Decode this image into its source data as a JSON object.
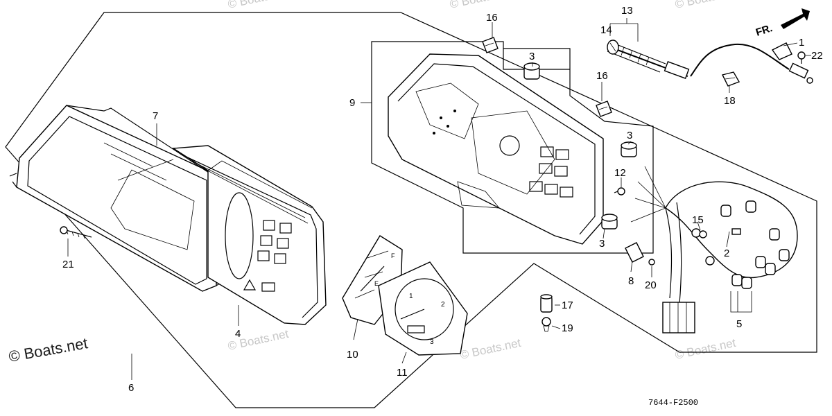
{
  "diagram": {
    "fr_label": "FR.",
    "drawing_code": "7644-F2500",
    "watermark_main": "© Boats.net",
    "watermark_faint": "© Boats.net",
    "callouts": {
      "c1": "1",
      "c2": "2",
      "c3a": "3",
      "c3b": "3",
      "c3c": "3",
      "c4": "4",
      "c5": "5",
      "c6": "6",
      "c7": "7",
      "c8": "8",
      "c9": "9",
      "c10": "10",
      "c11": "11",
      "c12": "12",
      "c13": "13",
      "c14": "14",
      "c15": "15",
      "c16a": "16",
      "c16b": "16",
      "c17": "17",
      "c18": "18",
      "c19": "19",
      "c20": "20",
      "c21": "21",
      "c22": "22"
    },
    "gauge_marks": {
      "tach_1": "1",
      "tach_2": "2",
      "tach_3": "3",
      "fuel_f": "F",
      "fuel_e": "E"
    }
  }
}
